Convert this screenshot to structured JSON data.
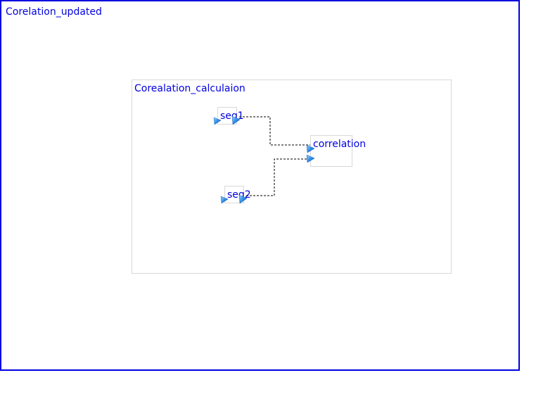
{
  "workflow": {
    "title": "Corelation_updated",
    "border_color": "#0000e0"
  },
  "subworkflow": {
    "title": "Corealation_calculaion"
  },
  "nodes": {
    "seq1": {
      "label": "seq1"
    },
    "seq2": {
      "label": "seq2"
    },
    "correlation": {
      "label": "correlation"
    }
  },
  "port_icon": "triangle-arrow-icon",
  "link_style": "dashed",
  "accent_color": "#1e7fe0"
}
